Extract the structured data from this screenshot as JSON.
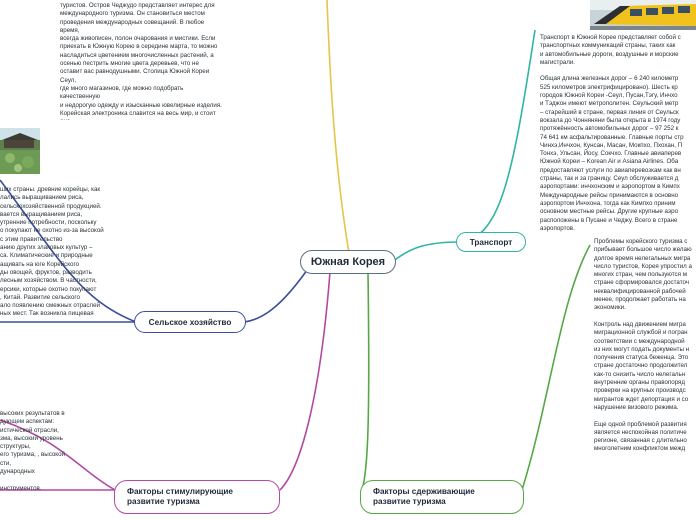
{
  "colors": {
    "tourism_edge": "#e6c44a",
    "transport_edge": "#2fb5a3",
    "agriculture_edge": "#3b4f9c",
    "stimulating_edge": "#b24aa3",
    "restraining_edge": "#55a845",
    "central_border": "#5b6f82"
  },
  "central": {
    "label": "Южная Корея"
  },
  "branches": {
    "transport": {
      "label": "Транспорт"
    },
    "agriculture": {
      "label": "Сельское хозяйство"
    },
    "stimulating": {
      "label": "Факторы стимулирующие развитие туризма"
    },
    "restraining": {
      "label": "Факторы сдерживающие развитие туризма"
    }
  },
  "notes": {
    "tourism": "туристов. Остров Чеджудо представляет интерес для\nмеждународного туризма. Он становиться местом\nпроведения международных совещаний. В любое время,\nвсегда живописен, полон очарования и мистики. Если\nприехать в Южную Корею в середине марта, то можно\nнасладиться цветением многочисленных растений, а\nосенью пестрить многие цвета деревьев, что не\nоставит вас равнодушными. Столица Южной Кореи Сеул,\nгде много магазинов, где можно подобрать качественную\nи недорогую одежду и изысканные ювелирные изделия.\nКорейская электроника славится на весь мир, и стоит она\nтам не дорого.Отдых с детьми в Корее тоже интересен,\nдети могут посещать парки аттракционов и зоопарк.",
    "transport": "Транспорт в Южной Корее представляет собой с\nтранспортных коммуникаций страны, таких как\nи автомобильные дороги, воздушные и морские\nмагистрали.\n\nОбщая длина железных дорог – 6 240 километр\n525 километров электрифицировано). Шесть кр\nгородов Южной Кореи -Сеул, Пусан,Тэгу, Инчхо\nи Тэджон имеют метрополитен. Сеульский метр\n– старейший в стране, первая линия от Сеульск\nвокзала до Чонняняни была открыта в 1974 году\nпротяжённость автомобильных дорог – 97 252 к\n74 641 км асфальтированные. Главные порты стр\nЧинхэ,Инчхон, Кунсан, Масан, Мокпхо, Пхохан, П\nТонхэ, Ульсан, Йосу, Сокчхо. Главные авиаперев\nЮжной Кореи – Korean Air и Asiana Airlines. Оба\nпредоставляют услуги по авиаперевозкам как вн\nстраны, так и за границу. Сеул обслуживается д\nаэропортами: инчхонским и аэропортом в Кимпх\nМеждународные рейсы принимаются в основно\nаэропортом Инчхона, тогда как Кимпхо приним\nосновном местные рейсы. Другие крупные аэро\nрасположены в Пусане и Чеджу. Всего в стране\nаэропортов.",
    "agriculture": "ших страны. древние корейцы, как\nлались выращиванием риса,\nсельскохозяйственной продукцией.\nвается выращиванием риса,\nутренние потребности, поскольку\nо покупают не охотно из-за высокой\nс этим правительство\nанию других злаковых культур –\nса. Климатические и природные\nащивать на юге Корейского\nды овощей, фруктов, разводить\nлесным хозяйством. В частности,\nерсики, которые охотно покупают\n, Китай. Развитие сельского\nало появлению смежных отраслей\nных мест. Так возникла пищевая\nи производить минеральные\nфермерство и рыболовство.",
    "stimulating": "высоких результатов в\nдующем аспектам:\nистической отрасли,\nзма, высокий уровень\nструктуры,\nего туризма, , высокой\nсти,\nдународных\n\nинструментов,",
    "restraining": "Проблемы корейского туризма с\nприбывает большое число желаю\nдолгое время нелегальных мигра\nчисло туристов, Корея упростил а\nмногих стран, чем пользуются м\nстране сформировался достаточ\nнеквалифицированной рабочей\nменее, продолжает работать на\nэкономики.\n\nКонтроль над движением мигра\nмиграционной службой и погран\nсоответствии с международной\nиз них могут подать документы н\nполучения статуса беженца. Это\nстране достаточно продолжител\nкак-то снизить число нелегальн\nвнутренние органы правопоряд\nпроверки на крупных производс\nмигрантов ждет депортация и со\nнарушение визового режима.\n\nЕще одной проблемой развития\nявляется неспокойная политиче\nрегионе, связанная с длительно\nмноголетним конфликтом межд"
  }
}
